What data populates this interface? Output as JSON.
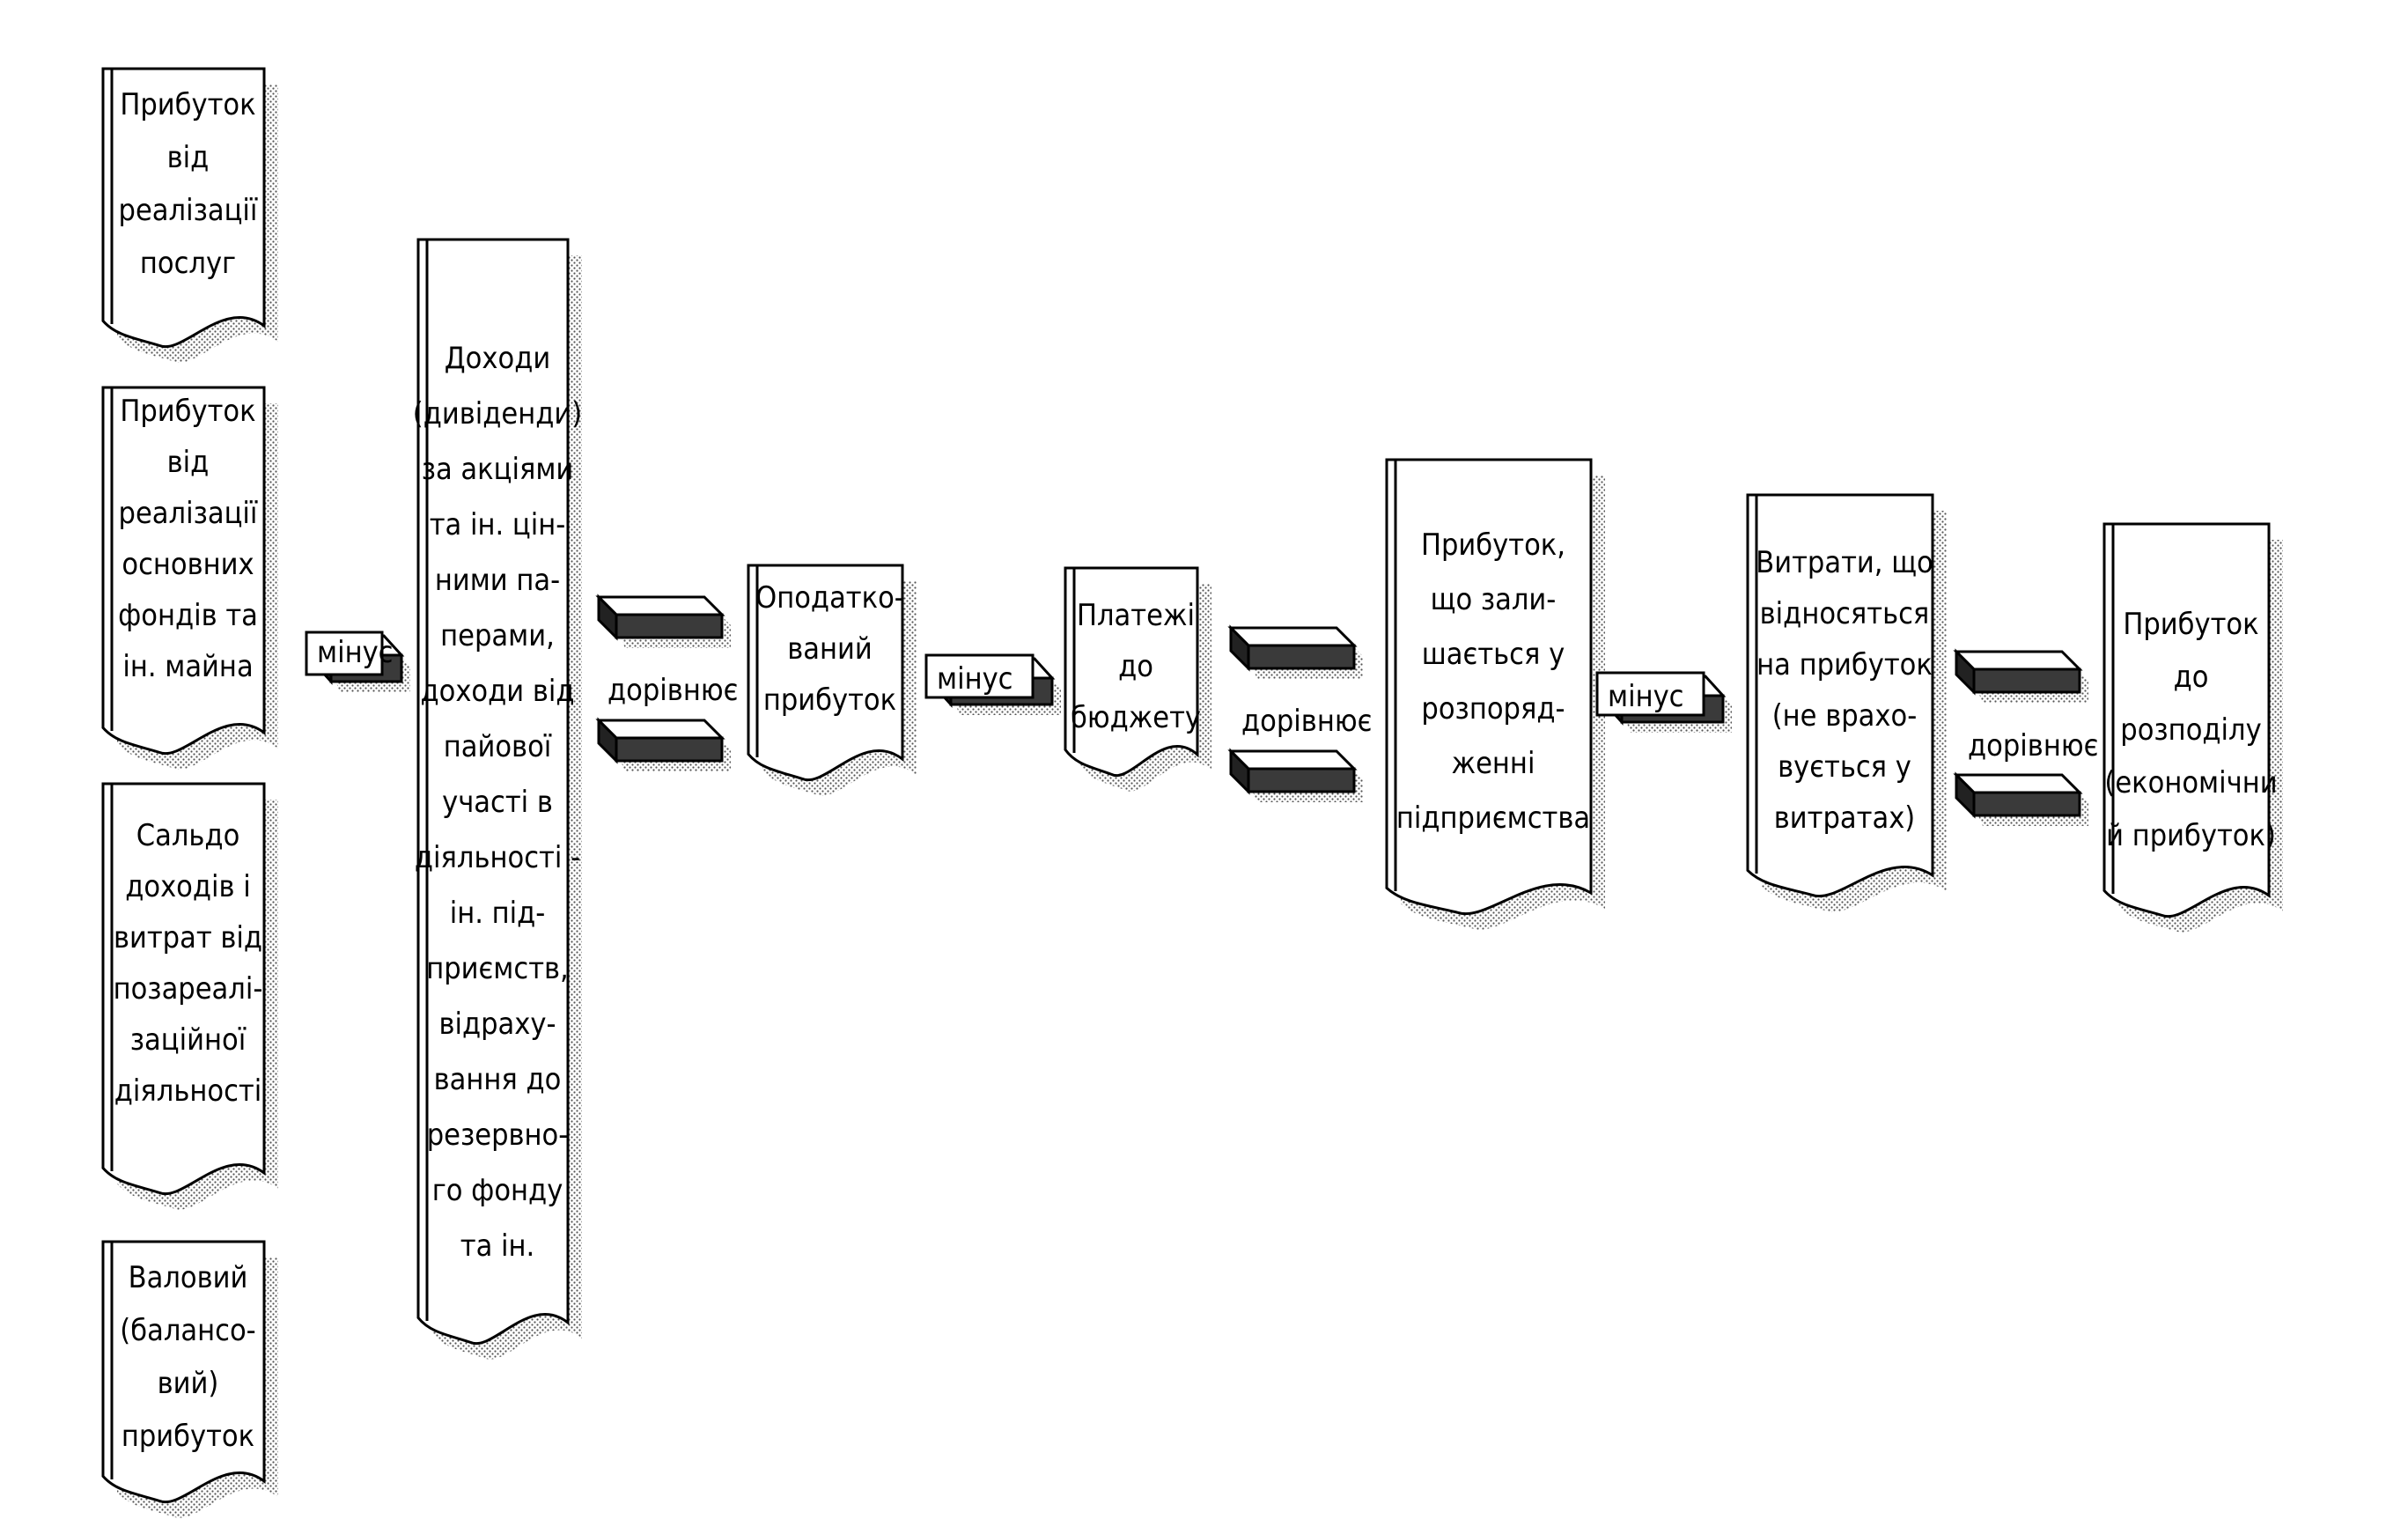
{
  "diagram": {
    "nodes": [
      {
        "id": "sales_profit",
        "lines": [
          "Прибуток",
          "від",
          "реалізації",
          "послуг"
        ]
      },
      {
        "id": "asset_profit",
        "lines": [
          "Прибуток",
          "від",
          "реалізації",
          "основних",
          "фондів та",
          "ін. майна"
        ]
      },
      {
        "id": "non_op_balance",
        "lines": [
          "Сальдо",
          "доходів і",
          "витрат від",
          "позареалі-",
          "заційної",
          "діяльності"
        ]
      },
      {
        "id": "gross_profit",
        "lines": [
          "Валовий",
          "(балансо-",
          "вий)",
          "прибуток"
        ]
      },
      {
        "id": "dividends",
        "lines": [
          "Доходи",
          "(дивіденди)",
          "за акціями",
          "та ін. цін-",
          "ними па-",
          "перами,",
          "доходи від",
          "пайової",
          "участі в",
          "діяльності -",
          "ін. під-",
          "приємств,",
          "відраху-",
          "вання до",
          "резервно-",
          "го фонду",
          "та ін."
        ]
      },
      {
        "id": "taxable",
        "lines": [
          "Оподатко-",
          "ваний",
          "прибуток"
        ]
      },
      {
        "id": "budget",
        "lines": [
          "Платежі",
          "до",
          "бюджету"
        ]
      },
      {
        "id": "retained",
        "lines": [
          "Прибуток,",
          "що зали-",
          "шається у",
          "розпоряд-",
          "женні",
          "підприємства"
        ]
      },
      {
        "id": "expenses",
        "lines": [
          "Витрати, що",
          "відносяться",
          "на прибуток",
          "(не врахо-",
          "вується у",
          "витратах)"
        ]
      },
      {
        "id": "distributable",
        "lines": [
          "Прибуток",
          "до",
          "розподілу",
          "(економічни",
          "й прибуток)"
        ]
      }
    ],
    "operators": [
      {
        "id": "minus1",
        "kind": "minus",
        "label": "мінус"
      },
      {
        "id": "equals1",
        "kind": "equals",
        "label": "дорівнює"
      },
      {
        "id": "minus2",
        "kind": "minus",
        "label": "мінус"
      },
      {
        "id": "equals2",
        "kind": "equals",
        "label": "дорівнює"
      },
      {
        "id": "minus3",
        "kind": "minus",
        "label": "мінус"
      },
      {
        "id": "equals3",
        "kind": "equals",
        "label": "дорівнює"
      }
    ]
  }
}
